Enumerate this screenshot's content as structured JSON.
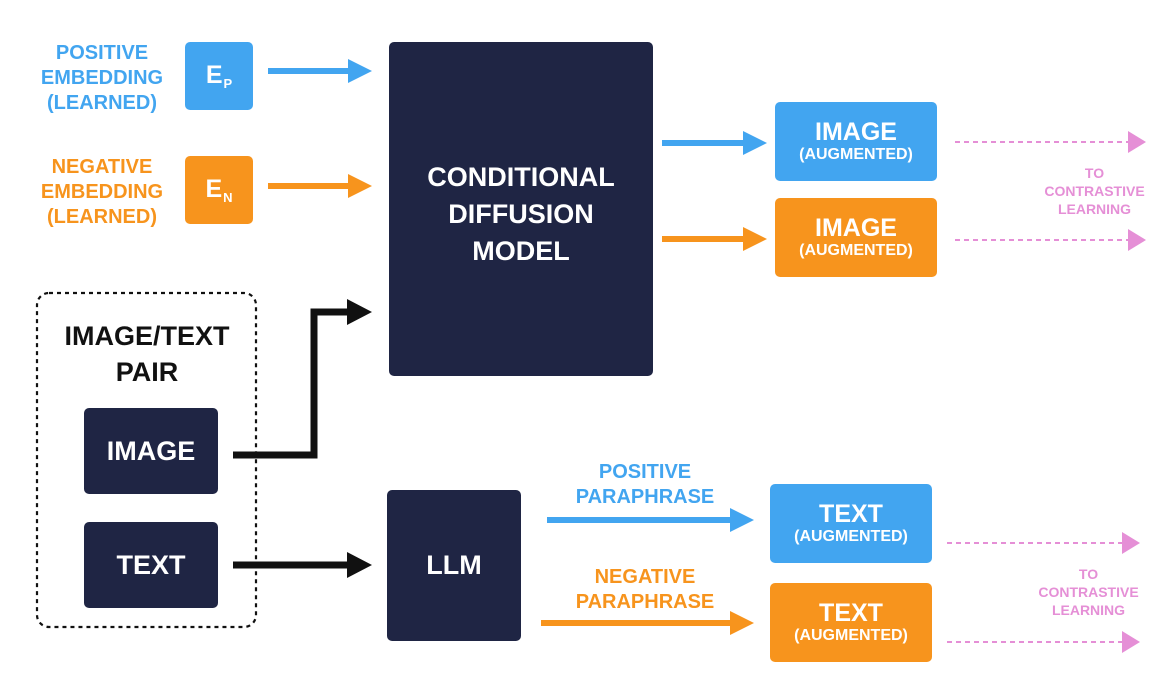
{
  "colors": {
    "navy": "#1f2544",
    "blue": "#42a5f0",
    "orange": "#f7941d",
    "pink": "#e58fd6",
    "black": "#111111"
  },
  "labels": {
    "positive_embedding": [
      "POSITIVE",
      "EMBEDDING",
      "(LEARNED)"
    ],
    "negative_embedding": [
      "NEGATIVE",
      "EMBEDDING",
      "(LEARNED)"
    ],
    "pair_title": [
      "IMAGE/TEXT",
      "PAIR"
    ],
    "positive_paraphrase": [
      "POSITIVE",
      "PARAPHRASE"
    ],
    "negative_paraphrase": [
      "NEGATIVE",
      "PARAPHRASE"
    ],
    "to_contrastive_top": [
      "TO",
      "CONTRASTIVE",
      "LEARNING"
    ],
    "to_contrastive_bottom": [
      "TO",
      "CONTRASTIVE",
      "LEARNING"
    ]
  },
  "nodes": {
    "ep": {
      "letter": "E",
      "sub": "P"
    },
    "en": {
      "letter": "E",
      "sub": "N"
    },
    "diffusion": [
      "CONDITIONAL",
      "DIFFUSION",
      "MODEL"
    ],
    "llm": "LLM",
    "image_input": "IMAGE",
    "text_input": "TEXT",
    "image_aug_pos": {
      "main": "IMAGE",
      "sub": "(AUGMENTED)"
    },
    "image_aug_neg": {
      "main": "IMAGE",
      "sub": "(AUGMENTED)"
    },
    "text_aug_pos": {
      "main": "TEXT",
      "sub": "(AUGMENTED)"
    },
    "text_aug_neg": {
      "main": "TEXT",
      "sub": "(AUGMENTED)"
    }
  }
}
